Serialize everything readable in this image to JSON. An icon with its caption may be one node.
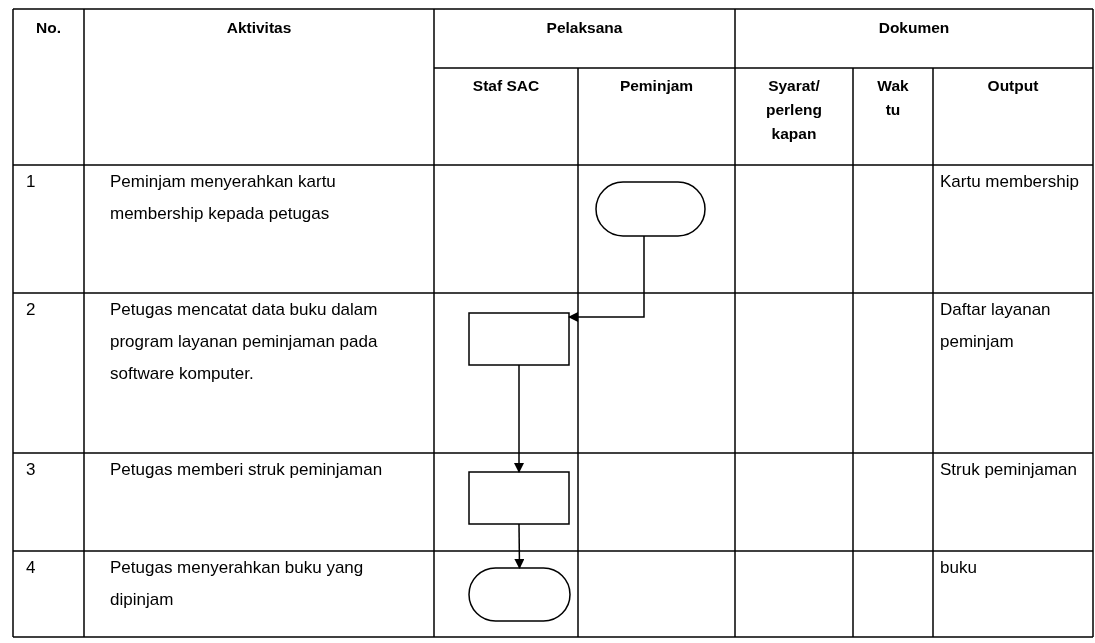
{
  "diagram": {
    "nodes": [
      {
        "text": [],
        "shape": "terminator"
      },
      {
        "text": [],
        "shape": "box"
      },
      {
        "text": [],
        "shape": "box"
      },
      {
        "text": [],
        "shape": "terminator"
      }
    ],
    "edges": [
      {
        "from": 0,
        "to": 1,
        "arrow": "to"
      },
      {
        "from": 1,
        "to": 2,
        "arrow": "to"
      },
      {
        "from": 2,
        "to": 3,
        "arrow": "to"
      }
    ],
    "labels": [
      "No.",
      "Aktivitas",
      "Pelaksana",
      "Dokumen",
      "Staf SAC",
      "Peminjam",
      "Syarat/ perleng kapan",
      "Wak tu",
      "Output",
      "1",
      "Peminjam menyerahkan kartu membership kepada petugas",
      "Kartu membership",
      "2",
      "Petugas mencatat data buku dalam program layanan peminjaman pada software komputer.",
      "Daftar layanan peminjam",
      "3",
      "Petugas memberi struk peminjaman",
      "Struk peminjaman",
      "4",
      "Petugas menyerahkan buku yang dipinjam",
      "buku"
    ]
  }
}
